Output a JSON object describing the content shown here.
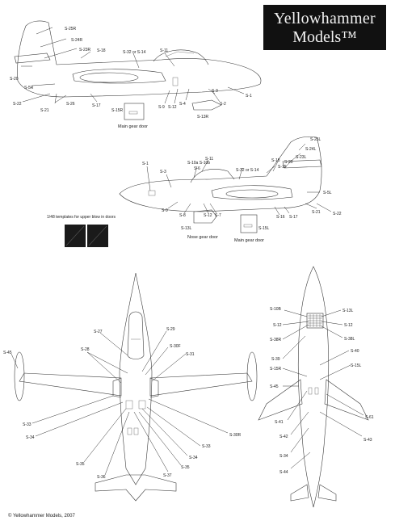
{
  "logo": {
    "line1": "Yellowhammer",
    "line2": "Models™"
  },
  "copyright": "© Yellowhammer Models, 2007",
  "templates_caption": "1/48 templates for upper blow in doors",
  "door_captions": {
    "main_gear_door_right": "Main gear door",
    "nose_gear_door": "Nose gear door",
    "main_gear_door_left": "Main gear door"
  },
  "labels": {
    "s25r": "S-25R",
    "s24r": "S-24R",
    "s23r": "S-23R",
    "s18_r": "S-18",
    "s32_14_r": "S-32 or S-14",
    "s11_r": "S-11",
    "s20_r": "S-20",
    "s5r": "S-5R",
    "s22_r": "S-22",
    "s21_r": "S-21",
    "s26": "S-26",
    "s17_r": "S-17",
    "s15r": "S-15R",
    "s9_r": "S-9",
    "s12_r": "S-12",
    "s4_r": "S-4",
    "s3_r": "S-3",
    "s2_r": "S-2",
    "s1_r": "S-1",
    "s13r": "S-13R",
    "s25l": "S-25L",
    "s24l": "S-24L",
    "s23l": "S-23L",
    "s18_l": "S-18",
    "s20_l": "S-20",
    "s19_l": "S-19",
    "s32_14_l": "S-32 or S-14",
    "s11_l": "S-11",
    "s10a_10b": "S-10a S-10b",
    "s6_l": "S-6",
    "s1_l": "S-1",
    "s3_l": "S-3",
    "s5l": "S-5L",
    "s9_l": "S-9",
    "s8_l": "S-8",
    "s12_l": "S-12",
    "s7_l": "S-7",
    "s16_l": "S-16",
    "s17_l": "S-17",
    "s21_l": "S-21",
    "s22_l": "S-22",
    "s13l": "S-13L",
    "s15l": "S-15L",
    "s27": "S-27",
    "s29": "S-29",
    "s28": "S-28",
    "s30f": "S-30F",
    "s31": "S-31",
    "s45_top": "S-45",
    "s33_left": "S-33",
    "s34_left": "S-34",
    "s30r": "S-30R",
    "s33_right": "S-33",
    "s34_right": "S-34",
    "s35_left": "S-35",
    "s35_right": "S-35",
    "s36": "S-36",
    "s37": "S-37",
    "s10b_u": "S-10B",
    "s13l_u": "S-13L",
    "s12_u1": "S-12",
    "s12_u2": "S-12",
    "s38r": "S-38R",
    "s38l": "S-38L",
    "s39": "S-39",
    "s40": "S-40",
    "s15r_u": "S-15R",
    "s15l_u": "S-15L",
    "s45_u": "S-45",
    "s41_u": "S-41",
    "s61": "S-61",
    "s42": "S-42",
    "s43": "S-43",
    "s34_u": "S-34",
    "s44": "S-44"
  },
  "colors": {
    "logo_bg": "#111111",
    "logo_text": "#f2f2f2",
    "ink": "#3a3a3a",
    "template_fill": "#1a1a1a"
  },
  "icons": {
    "templates": "blow-in-door-template-icon"
  }
}
